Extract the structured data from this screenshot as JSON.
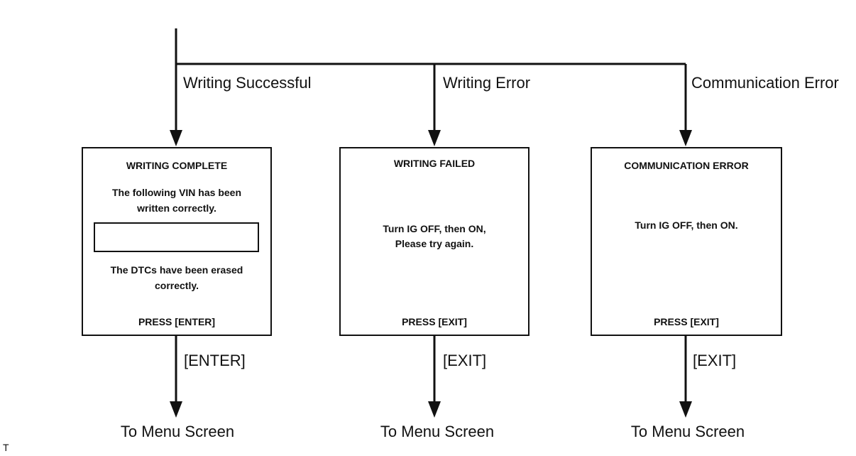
{
  "branches": {
    "success": "Writing Successful",
    "error": "Writing Error",
    "comm_error": "Communication Error"
  },
  "screens": {
    "complete": {
      "title": "WRITING COMPLETE",
      "line1": "The following VIN has been",
      "line2": "written correctly.",
      "line3": "The DTCs have been erased",
      "line4": "correctly.",
      "prompt": "PRESS [ENTER]"
    },
    "failed": {
      "title": "WRITING  FAILED",
      "line1": "Turn IG OFF, then ON,",
      "line2": "Please try again.",
      "prompt": "PRESS [EXIT]"
    },
    "comm": {
      "title": "COMMUNICATION ERROR",
      "line1": "Turn IG OFF, then ON.",
      "prompt": "PRESS [EXIT]"
    }
  },
  "keys": {
    "enter": "[ENTER]",
    "exit1": "[EXIT]",
    "exit2": "[EXIT]"
  },
  "destinations": {
    "d1": "To Menu Screen",
    "d2": "To Menu Screen",
    "d3": "To Menu Screen"
  },
  "corner_mark": "T"
}
